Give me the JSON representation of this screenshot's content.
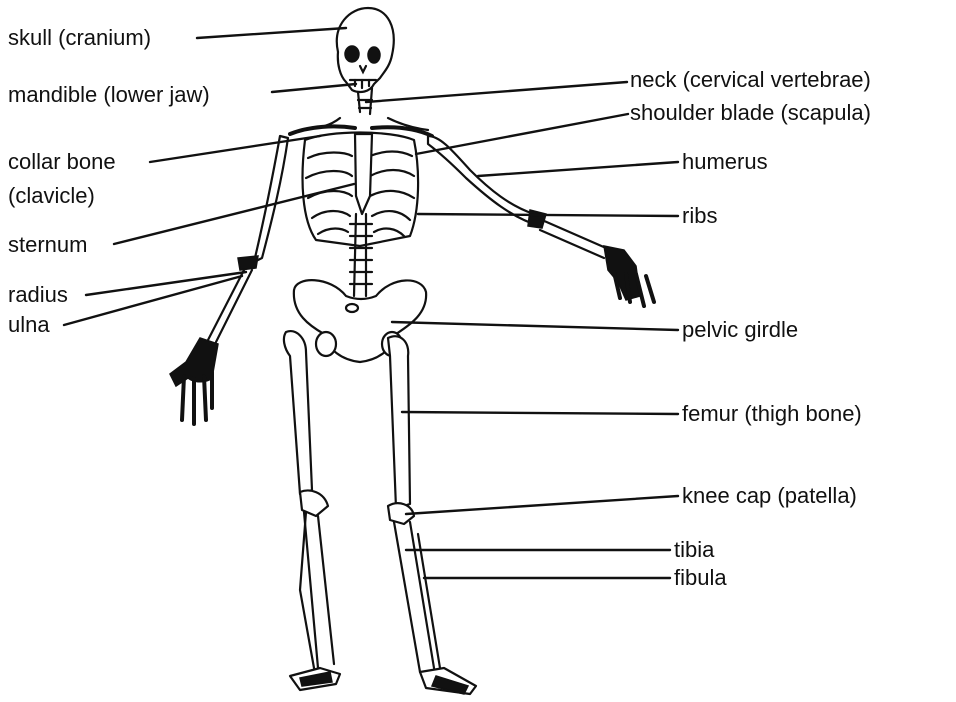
{
  "labels": {
    "skull": "skull (cranium)",
    "mandible": "mandible (lower jaw)",
    "neck": "neck (cervical vertebrae)",
    "scapula": "shoulder blade (scapula)",
    "collar1": "collar bone",
    "collar2": "(clavicle)",
    "humerus": "humerus",
    "ribs": "ribs",
    "sternum": "sternum",
    "radius": "radius",
    "ulna": "ulna",
    "pelvic": "pelvic girdle",
    "femur": "femur (thigh bone)",
    "kneecap": "knee cap (patella)",
    "tibia": "tibia",
    "fibula": "fibula"
  }
}
